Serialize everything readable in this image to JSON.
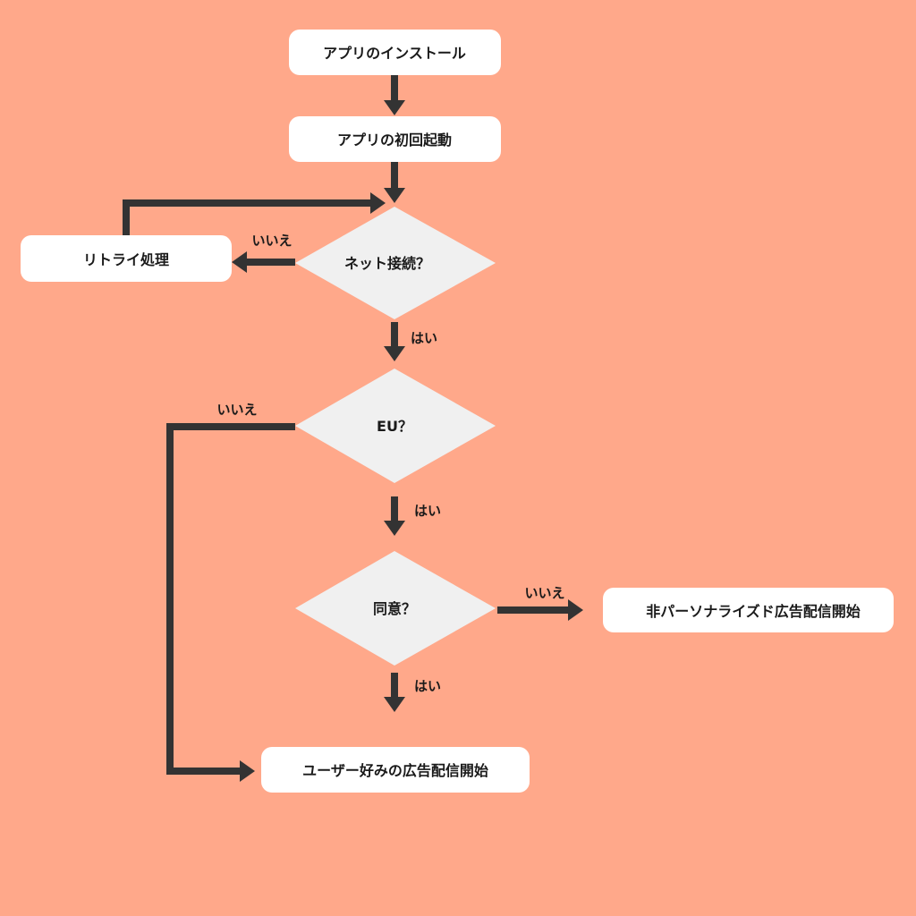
{
  "colors": {
    "background": "#FFA88A",
    "box": "#FFFFFF",
    "decision": "#F0F0F0",
    "arrow": "#333333"
  },
  "nodes": {
    "install": "アプリのインストール",
    "first_launch": "アプリの初回起動",
    "net_check": "ネット接続？",
    "retry": "リトライ処理",
    "eu_check": "EU？",
    "consent_check": "同意？",
    "non_personalized": "非パーソナライズド広告配信開始",
    "personalized": "ユーザー好みの広告配信開始"
  },
  "labels": {
    "net_no": "いいえ",
    "net_yes": "はい",
    "eu_no": "いいえ",
    "eu_yes": "はい",
    "consent_no": "いいえ",
    "consent_yes": "はい"
  }
}
